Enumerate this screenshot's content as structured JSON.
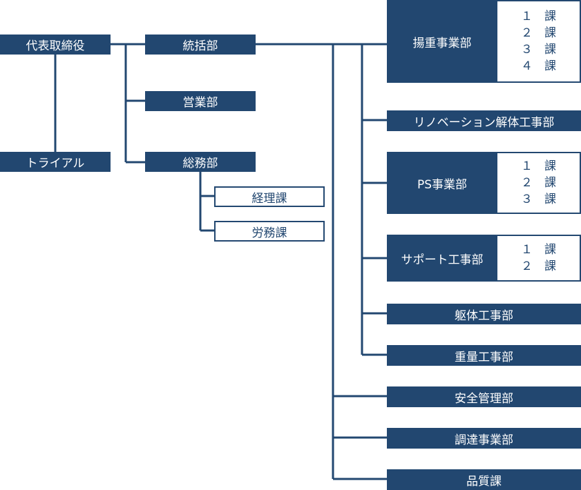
{
  "colors": {
    "navy": "#224770",
    "white": "#ffffff"
  },
  "left": {
    "ceo": "代表取締役",
    "trial": "トライアル"
  },
  "departments": {
    "tokatsu": "統括部",
    "eigyo": "営業部",
    "somu": "総務部",
    "keiri": "経理課",
    "romu": "労務課"
  },
  "right": {
    "yoju": {
      "name": "揚重事業部",
      "sections": [
        "１　課",
        "２　課",
        "３　課",
        "４　課"
      ]
    },
    "renovation": "リノベーション解体工事部",
    "ps": {
      "name": "PS事業部",
      "sections": [
        "１　課",
        "２　課",
        "３　課"
      ]
    },
    "support": {
      "name": "サポート工事部",
      "sections": [
        "１　課",
        "２　課"
      ]
    },
    "kutai": "躯体工事部",
    "juryo": "重量工事部",
    "anzen": "安全管理部",
    "chotatsu": "調達事業部",
    "hinshitsu": "品質課"
  }
}
